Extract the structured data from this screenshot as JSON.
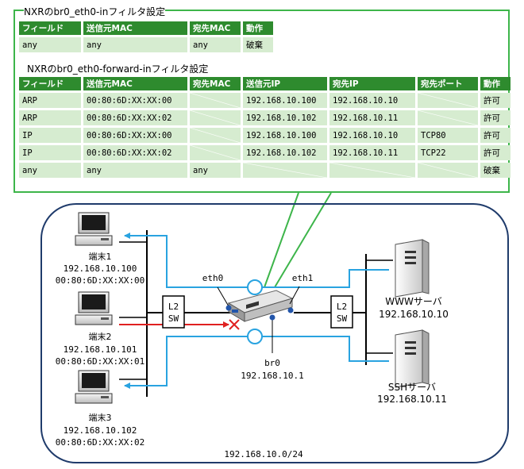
{
  "filter_in": {
    "title": "NXRのbr0_eth0-inフィルタ設定",
    "headers": [
      "フィールド",
      "送信元MAC",
      "宛先MAC",
      "動作"
    ],
    "rows": [
      [
        "any",
        "any",
        "any",
        "破棄"
      ]
    ]
  },
  "filter_forward": {
    "title": "NXRのbr0_eth0-forward-inフィルタ設定",
    "headers": [
      "フィールド",
      "送信元MAC",
      "宛先MAC",
      "送信元IP",
      "宛先IP",
      "宛先ポート",
      "動作"
    ],
    "rows": [
      [
        "ARP",
        "00:80:6D:XX:XX:00",
        "",
        "192.168.10.100",
        "192.168.10.10",
        "",
        "許可"
      ],
      [
        "ARP",
        "00:80:6D:XX:XX:02",
        "",
        "192.168.10.102",
        "192.168.10.11",
        "",
        "許可"
      ],
      [
        "IP",
        "00:80:6D:XX:XX:00",
        "",
        "192.168.10.100",
        "192.168.10.10",
        "TCP80",
        "許可"
      ],
      [
        "IP",
        "00:80:6D:XX:XX:02",
        "",
        "192.168.10.102",
        "192.168.10.11",
        "TCP22",
        "許可"
      ],
      [
        "any",
        "any",
        "any",
        "",
        "",
        "",
        "破棄"
      ]
    ]
  },
  "diagram": {
    "terminals": [
      {
        "name": "端末1",
        "ip": "192.168.10.100",
        "mac": "00:80:6D:XX:XX:00"
      },
      {
        "name": "端末2",
        "ip": "192.168.10.101",
        "mac": "00:80:6D:XX:XX:01"
      },
      {
        "name": "端末3",
        "ip": "192.168.10.102",
        "mac": "00:80:6D:XX:XX:02"
      }
    ],
    "switch_left": [
      "L2",
      "SW"
    ],
    "switch_right": [
      "L2",
      "SW"
    ],
    "router": {
      "eth0": "eth0",
      "eth1": "eth1",
      "bridge": "br0",
      "bridge_ip": "192.168.10.1"
    },
    "servers": [
      {
        "name": "WWWサーバ",
        "ip": "192.168.10.10"
      },
      {
        "name": "SSHサーバ",
        "ip": "192.168.10.11"
      }
    ],
    "network": "192.168.10.0/24"
  },
  "colors": {
    "panel_border": "#3db54a",
    "header_bg": "#2e8b2e",
    "cell_bg": "#d6ecd0",
    "allow_arrow": "#29a3e0",
    "deny_arrow": "#e02020",
    "network_border": "#1f3b6b"
  }
}
